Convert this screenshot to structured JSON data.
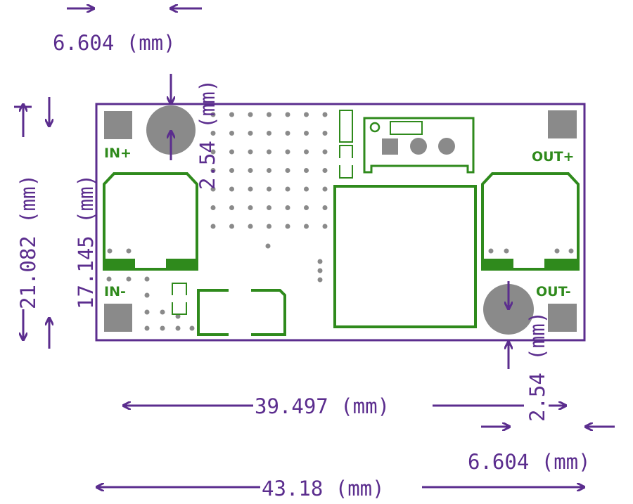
{
  "dimensions": {
    "top_pad_spacing": "6.604 (mm)",
    "top_hole_offset": "2.54 (mm)",
    "board_height": "21.082 (mm)",
    "pad_vertical_spacing": "17.145 (mm)",
    "bottom_hole_offset": "2.54 (mm)",
    "pad_horizontal_spacing": "39.497 (mm)",
    "bottom_pad_spacing": "6.604 (mm)",
    "board_width": "43.18 (mm)"
  },
  "labels": {
    "in_plus": "IN+",
    "in_minus": "IN-",
    "out_plus": "OUT+",
    "out_minus": "OUT-"
  },
  "colors": {
    "dimension": "#5b2d8e",
    "silkscreen": "#2f8a1c",
    "pad": "#8a8a8a"
  }
}
